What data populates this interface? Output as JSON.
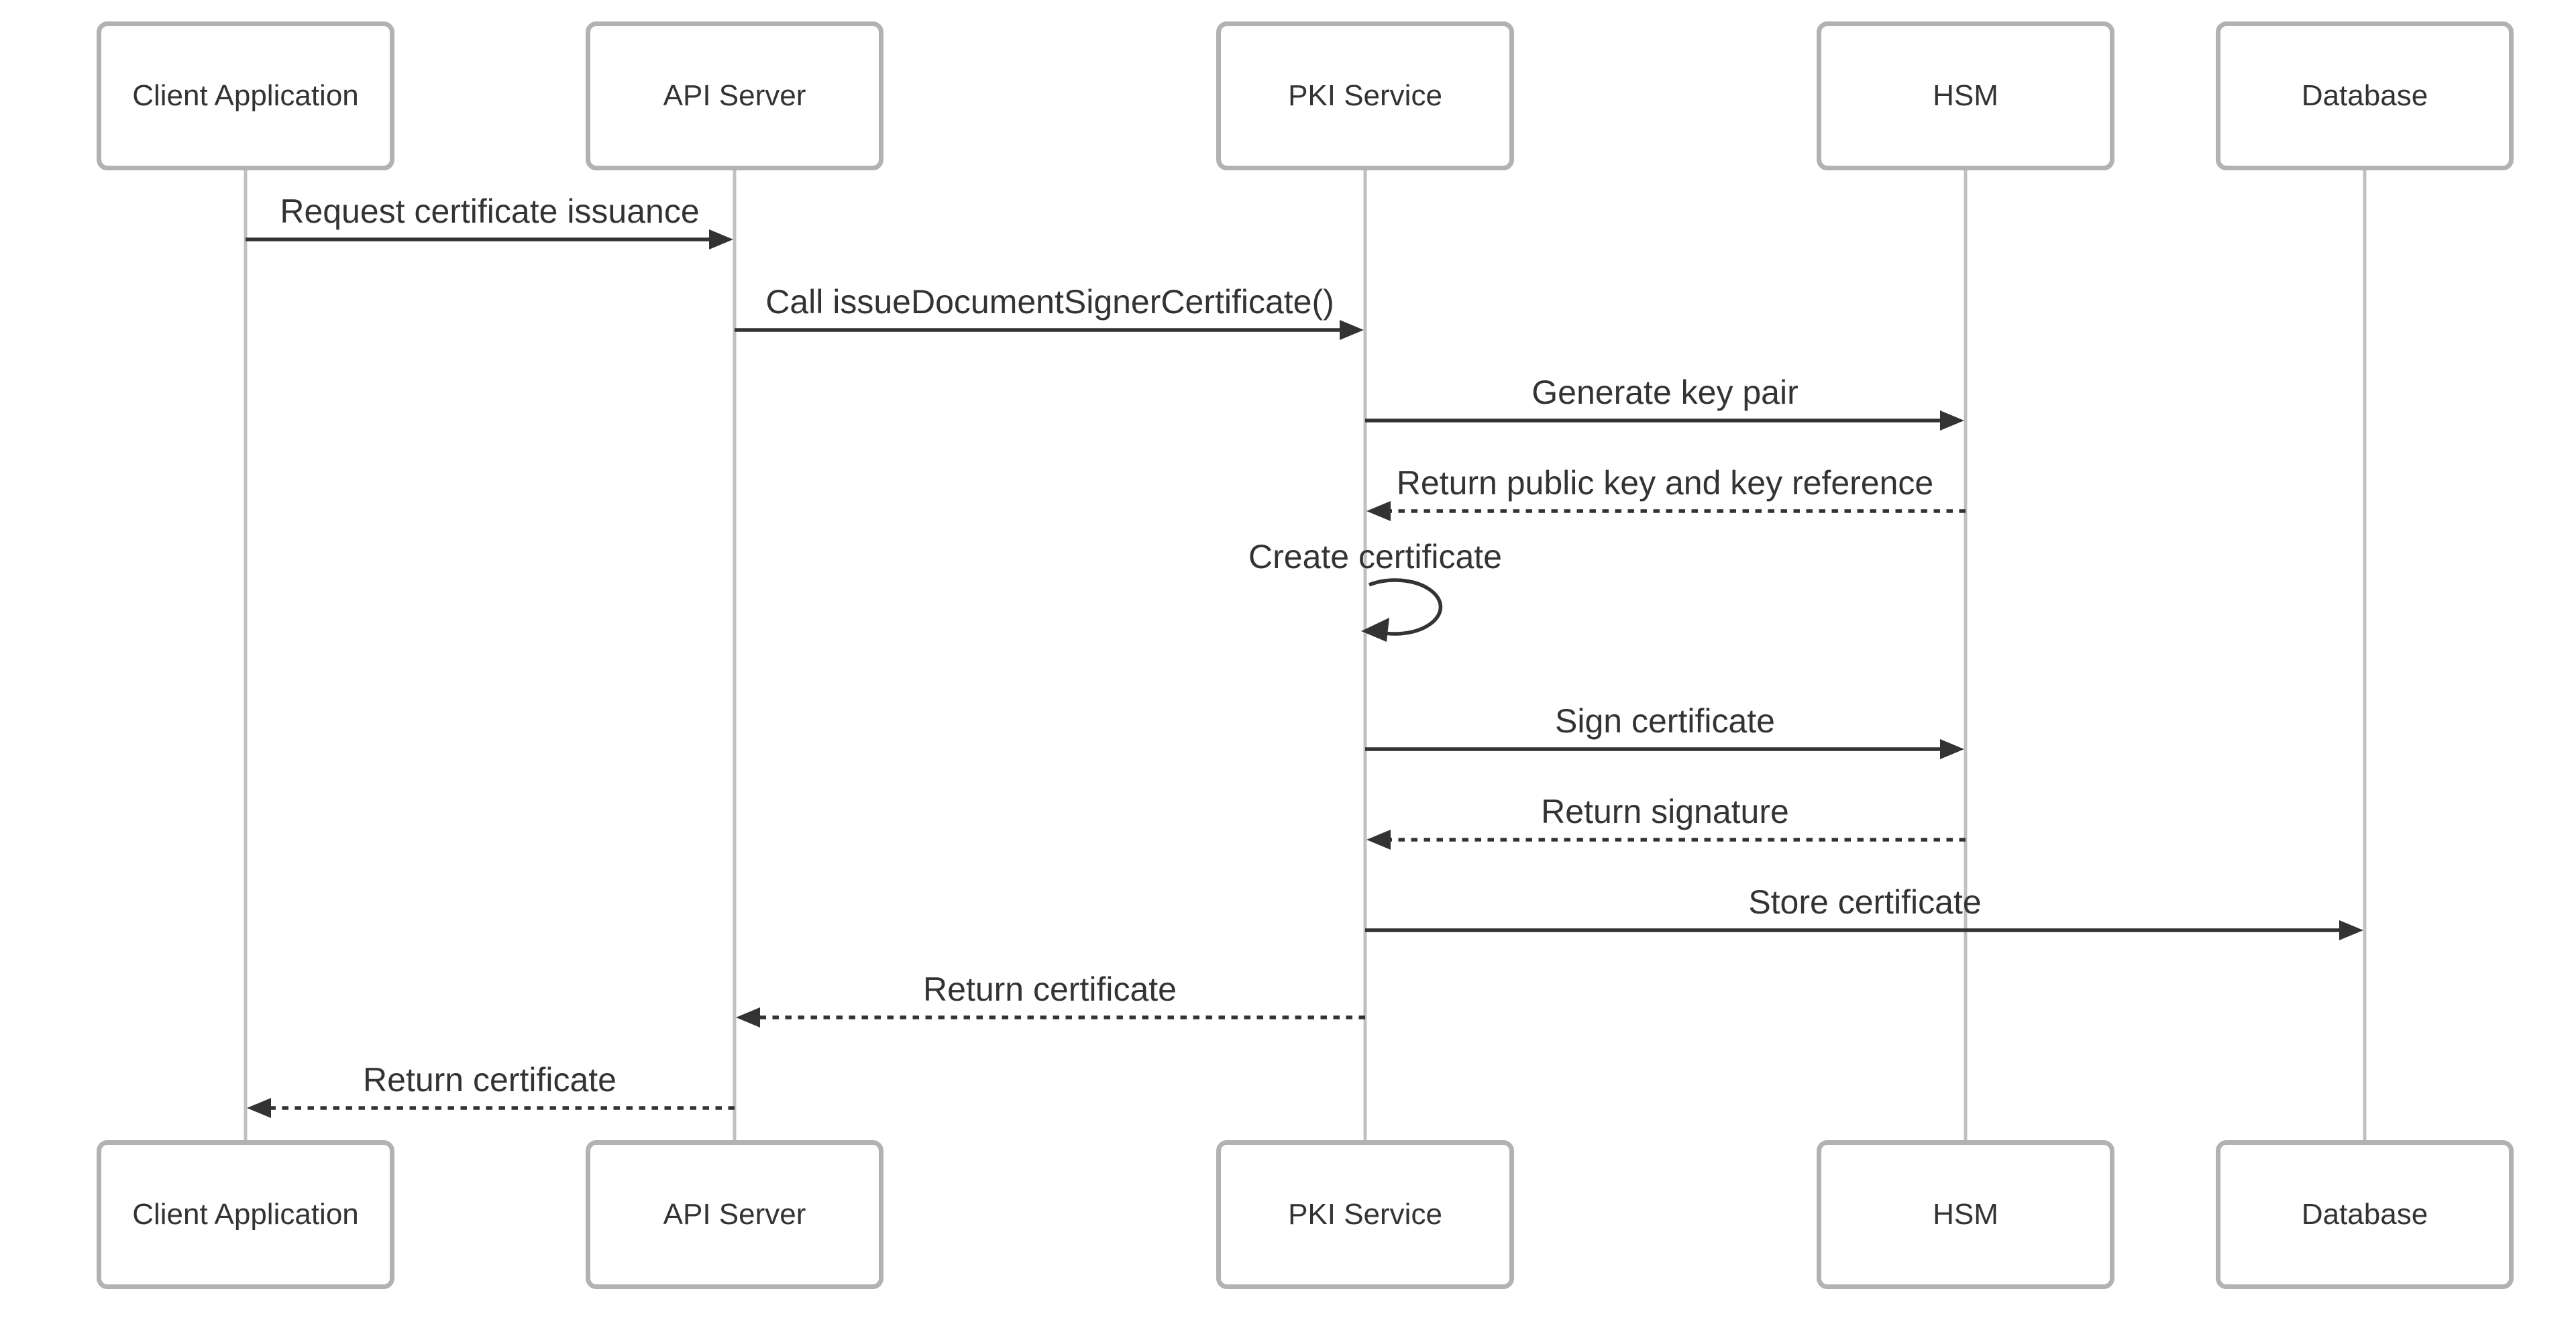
{
  "diagram": {
    "kind": "sequence-diagram",
    "actors": [
      {
        "id": "client",
        "label": "Client Application"
      },
      {
        "id": "api",
        "label": "API Server"
      },
      {
        "id": "pki",
        "label": "PKI Service"
      },
      {
        "id": "hsm",
        "label": "HSM"
      },
      {
        "id": "db",
        "label": "Database"
      }
    ],
    "messages": [
      {
        "index": 1,
        "from": "client",
        "to": "api",
        "line": "solid",
        "label": "Request certificate issuance"
      },
      {
        "index": 2,
        "from": "api",
        "to": "pki",
        "line": "solid",
        "label": "Call issueDocumentSignerCertificate()"
      },
      {
        "index": 3,
        "from": "pki",
        "to": "hsm",
        "line": "solid",
        "label": "Generate key pair"
      },
      {
        "index": 4,
        "from": "hsm",
        "to": "pki",
        "line": "dashed",
        "label": "Return public key and key reference"
      },
      {
        "index": 5,
        "from": "pki",
        "to": "pki",
        "line": "self",
        "label": "Create certificate"
      },
      {
        "index": 6,
        "from": "pki",
        "to": "hsm",
        "line": "solid",
        "label": "Sign certificate"
      },
      {
        "index": 7,
        "from": "hsm",
        "to": "pki",
        "line": "dashed",
        "label": "Return signature"
      },
      {
        "index": 8,
        "from": "pki",
        "to": "db",
        "line": "solid",
        "label": "Store certificate"
      },
      {
        "index": 9,
        "from": "pki",
        "to": "api",
        "line": "dashed",
        "label": "Return certificate"
      },
      {
        "index": 10,
        "from": "api",
        "to": "client",
        "line": "dashed",
        "label": "Return certificate"
      }
    ],
    "colors": {
      "background": "#ffffff",
      "actor_fill": "#ffffff",
      "actor_border": "#b2b2b2",
      "lifeline": "#c0c0c0",
      "signal": "#333333",
      "text": "#333333"
    }
  }
}
